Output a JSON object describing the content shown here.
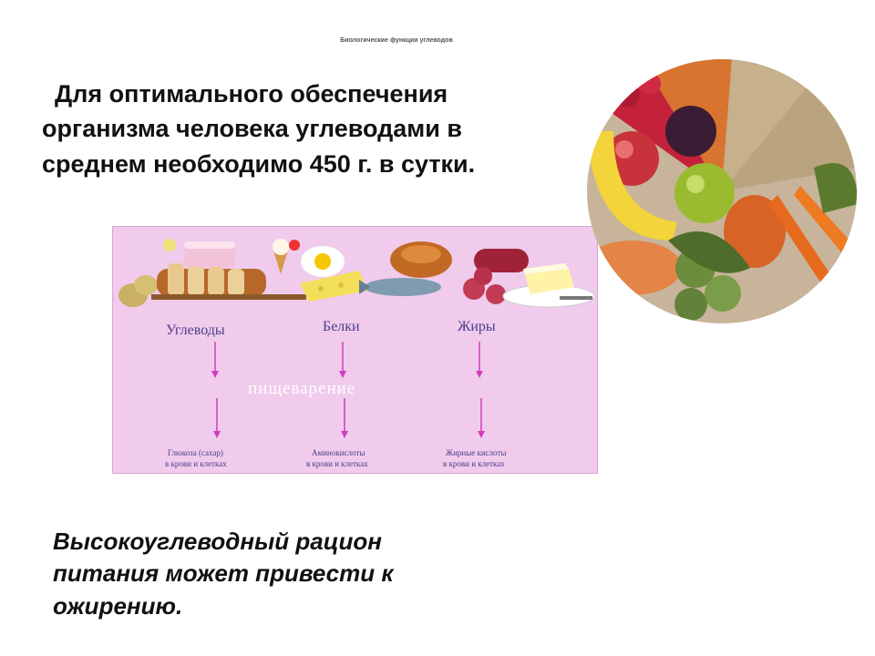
{
  "slide": {
    "title": "Биологические функции углеводов",
    "main_text": [
      "Для оптимального обеспечения",
      "организма человека углеводами в",
      "среднем необходимо 450 г. в сутки."
    ],
    "bottom_text": [
      "Высокоуглеводный рацион",
      "питания может привести к",
      "ожирению."
    ]
  },
  "diagram": {
    "columns": [
      {
        "label": "Углеводы",
        "result_line1": "Глюкоза (сахар)",
        "result_line2": "в крови и клетках"
      },
      {
        "label": "Белки",
        "result_line1": "Аминокислоты",
        "result_line2": "в крови и клетках"
      },
      {
        "label": "Жиры",
        "result_line1": "Жирные кислоты",
        "result_line2": "в крови и клетках"
      }
    ],
    "process_label": "пищеварение",
    "background_color": "#f0cbec",
    "arrow_color": "#d13cc0"
  },
  "image": {
    "icon": "food-circle-image"
  }
}
